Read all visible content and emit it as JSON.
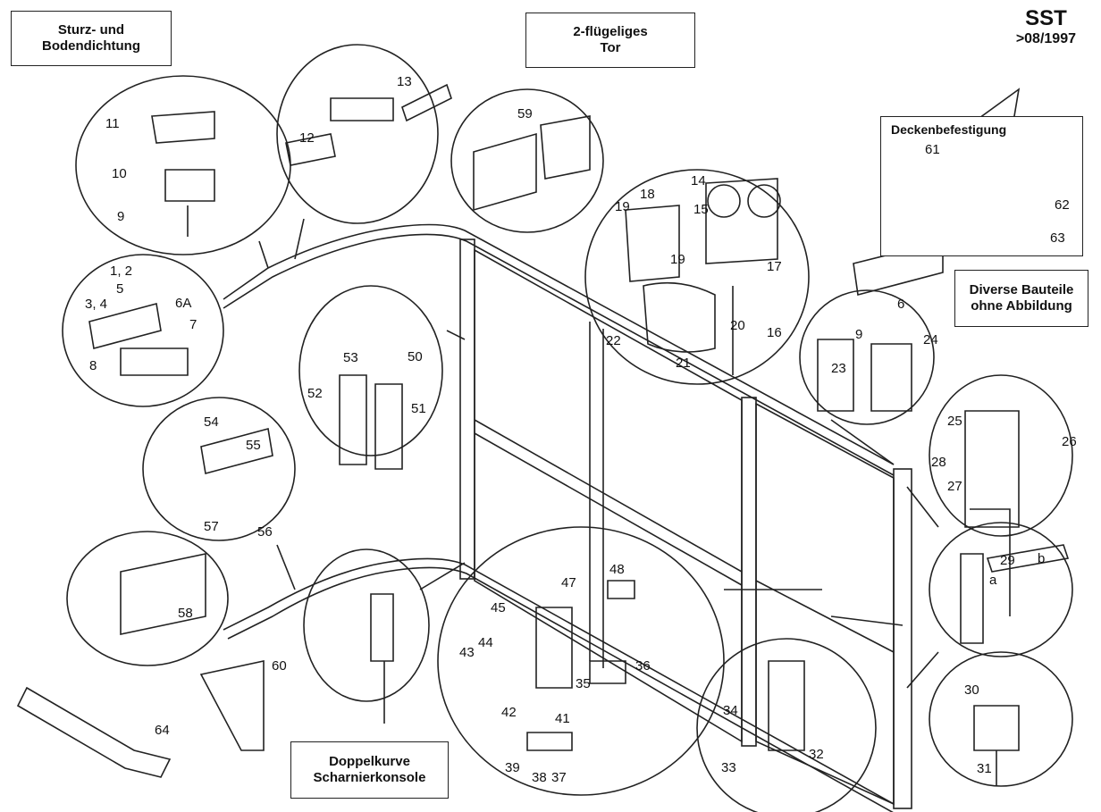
{
  "header": {
    "code": "SST",
    "date": ">08/1997"
  },
  "labels": {
    "sturz_line1": "Sturz- und",
    "sturz_line2": "Bodendichtung",
    "tor_line1": "2-flügeliges",
    "tor_line2": "Tor",
    "decken": "Deckenbefestigung",
    "diverse_line1": "Diverse Bauteile",
    "diverse_line2": "ohne Abbildung",
    "doppel_line1": "Doppelkurve",
    "doppel_line2": "Scharnierkonsole"
  },
  "parts": [
    "11",
    "10",
    "9",
    "1, 2",
    "5",
    "3, 4",
    "6A",
    "7",
    "8",
    "12",
    "13",
    "59",
    "14",
    "18",
    "19",
    "15",
    "19",
    "17",
    "22",
    "21",
    "20",
    "16",
    "61",
    "62",
    "63",
    "6",
    "9",
    "24",
    "23",
    "25",
    "26",
    "27",
    "28",
    "53",
    "50",
    "52",
    "51",
    "54",
    "55",
    "57",
    "56",
    "58",
    "60",
    "64",
    "48",
    "47",
    "45",
    "44",
    "43",
    "36",
    "35",
    "42",
    "41",
    "39",
    "38",
    "37",
    "34",
    "32",
    "33",
    "29",
    "a",
    "b",
    "30",
    "31"
  ]
}
